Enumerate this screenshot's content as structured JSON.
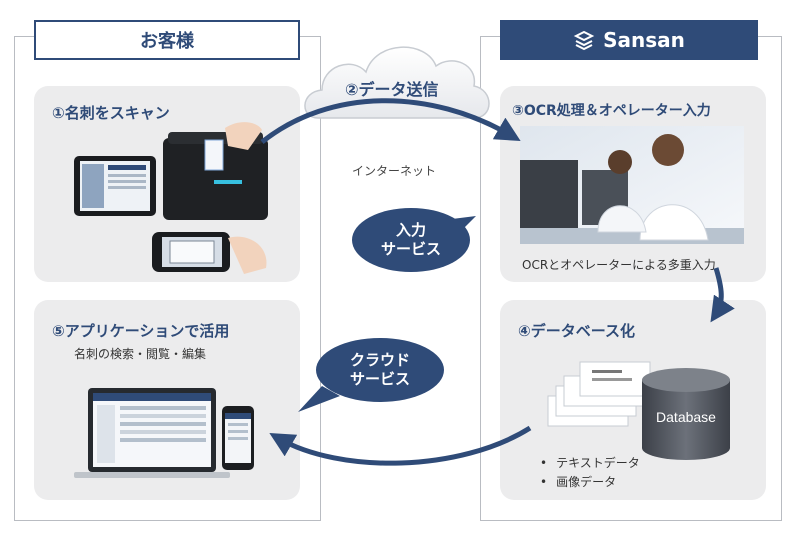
{
  "headers": {
    "customer": "お客様",
    "company": "Sansan"
  },
  "panels": {
    "scan": {
      "title": "①名刺をスキャン"
    },
    "ocr": {
      "title": "③OCR処理＆オペレーター入力",
      "caption": "OCRとオペレーターによる多重入力"
    },
    "db": {
      "title": "④データベース化",
      "db_label": "Database",
      "bullets": [
        "テキストデータ",
        "画像データ"
      ]
    },
    "app": {
      "title": "⑤アプリケーションで活用",
      "subtitle": "名刺の検索・閲覧・編集"
    }
  },
  "cloud": {
    "title": "②データ送信",
    "caption": "インターネット"
  },
  "bubbles": {
    "input": [
      "入力",
      "サービス"
    ],
    "cloud_service": [
      "クラウド",
      "サービス"
    ]
  },
  "colors": {
    "navy": "#2f4b78",
    "panel": "#ececed",
    "border": "#b9bcc2"
  }
}
